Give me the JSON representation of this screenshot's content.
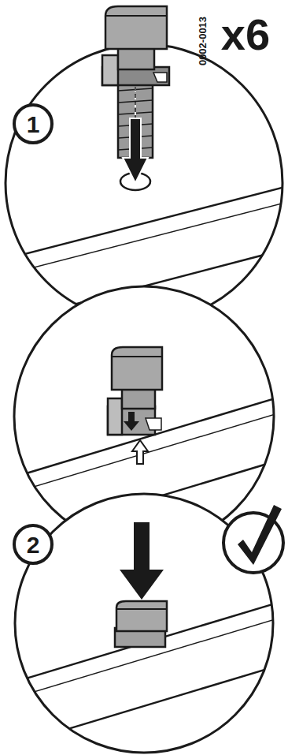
{
  "diagram": {
    "labels": [
      "0002-0013",
      "x6",
      "1",
      "2"
    ]
  }
}
